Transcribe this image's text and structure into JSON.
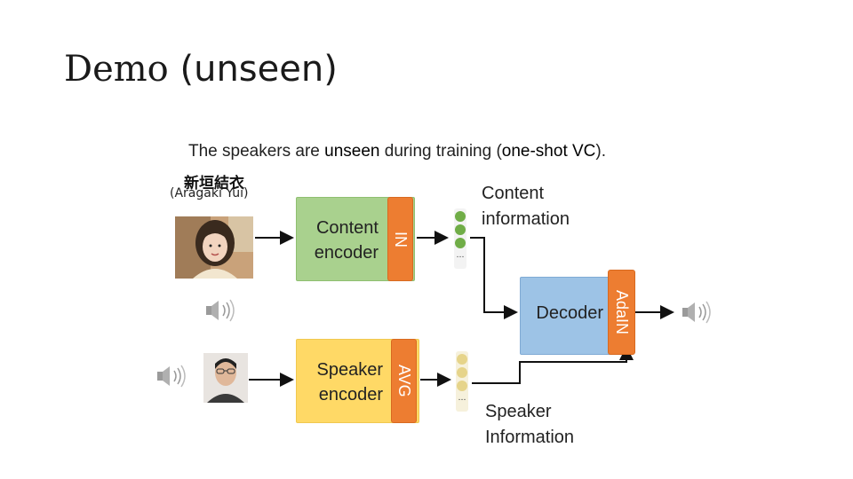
{
  "title": {
    "serif_part": "Demo",
    "sans_part": " (unseen)"
  },
  "subtitle": {
    "before": "The speakers are ",
    "bold1": "unseen",
    "middle": " during training (",
    "bold2": "one-shot VC",
    "after": ")."
  },
  "speaker1": {
    "name_cn": "新垣結衣",
    "name_en": "(Aragaki Yui)"
  },
  "content_encoder": {
    "line1": "Content",
    "line2": "encoder",
    "norm": "IN"
  },
  "speaker_encoder": {
    "line1": "Speaker",
    "line2": "encoder",
    "norm": "AVG"
  },
  "decoder": {
    "label": "Decoder",
    "norm": "AdaIN"
  },
  "content_info": {
    "line1": "Content",
    "line2": "information"
  },
  "speaker_info": {
    "line1": "Speaker",
    "line2": "Information"
  },
  "ellipsis": "…",
  "colors": {
    "content": "#a9d18e",
    "speaker": "#ffd966",
    "decoder": "#9dc3e6",
    "norm": "#ed7d31",
    "green_dot": "#70ad47",
    "yellow_dot": "#e6d48a"
  }
}
